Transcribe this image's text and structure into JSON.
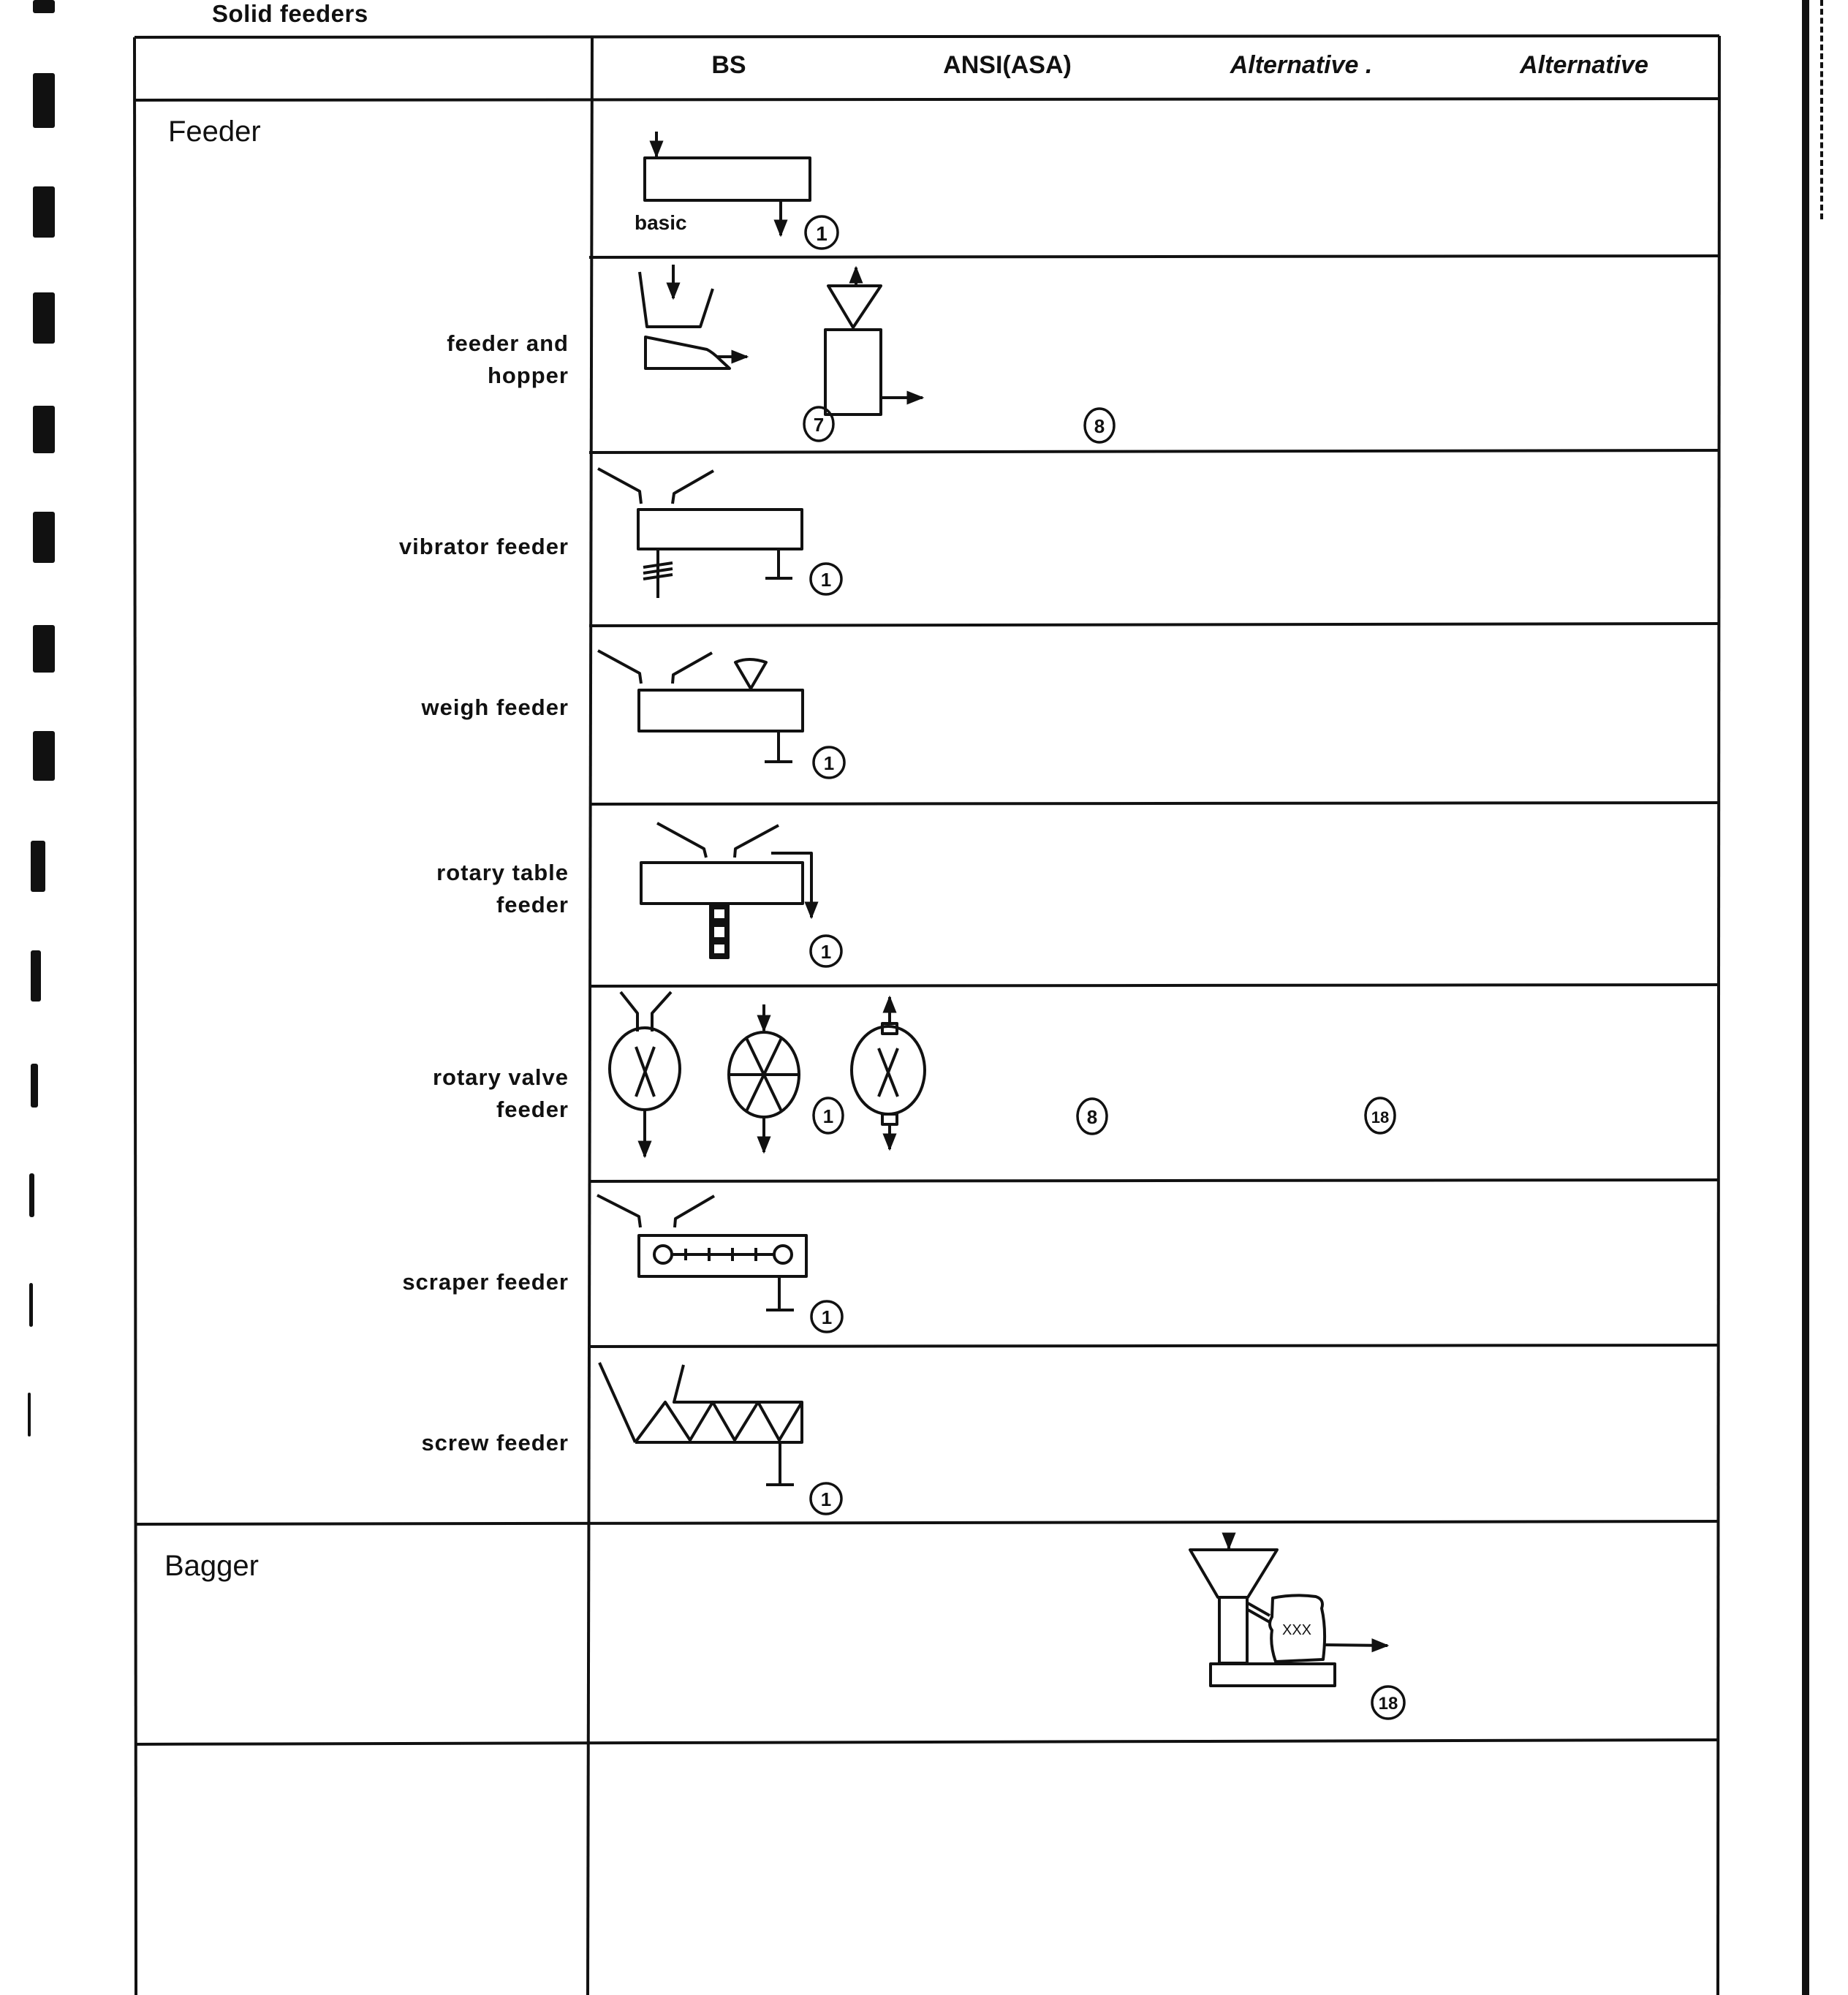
{
  "page": {
    "title": "Solid feeders"
  },
  "table": {
    "columns": [
      {
        "key": "label",
        "label": ""
      },
      {
        "key": "bs",
        "label": "BS"
      },
      {
        "key": "ansi",
        "label": "ANSI(ASA)"
      },
      {
        "key": "alt1",
        "label": "Alternative ."
      },
      {
        "key": "alt2",
        "label": "Alternative"
      }
    ],
    "sections": [
      {
        "label": "Feeder",
        "rows": [
          {
            "label": "",
            "symbols": {
              "bs": {
                "caption": "basic",
                "ref": "1"
              }
            }
          },
          {
            "label": "feeder and hopper",
            "label_lines": [
              "feeder and",
              "hopper"
            ],
            "symbols": {
              "bs": {
                "ref": "7"
              },
              "ansi": {
                "ref": "8"
              }
            }
          },
          {
            "label": "vibrator feeder",
            "symbols": {
              "bs": {
                "ref": "1"
              }
            }
          },
          {
            "label": "weigh feeder",
            "symbols": {
              "bs": {
                "ref": "1"
              }
            }
          },
          {
            "label": "rotary table feeder",
            "label_lines": [
              "rotary table",
              "feeder"
            ],
            "symbols": {
              "bs": {
                "ref": "1"
              }
            }
          },
          {
            "label": "rotary valve feeder",
            "label_lines": [
              "rotary valve",
              "feeder"
            ],
            "symbols": {
              "bs": {
                "ref": "1"
              },
              "ansi": {
                "ref": "8"
              },
              "alt1": {
                "ref": "18"
              }
            }
          },
          {
            "label": "scraper feeder",
            "symbols": {
              "bs": {
                "ref": "1"
              }
            }
          },
          {
            "label": "screw feeder",
            "symbols": {
              "bs": {
                "ref": "1"
              }
            }
          }
        ]
      },
      {
        "label": "Bagger",
        "rows": [
          {
            "label": "",
            "symbols": {
              "alt1": {
                "ref": "18",
                "bag_text": "XXX"
              }
            }
          }
        ]
      },
      {
        "label": "",
        "rows": [
          {
            "label": "",
            "symbols": {}
          }
        ]
      }
    ]
  },
  "colors": {
    "ink": "#111111",
    "paper": "#ffffff"
  }
}
